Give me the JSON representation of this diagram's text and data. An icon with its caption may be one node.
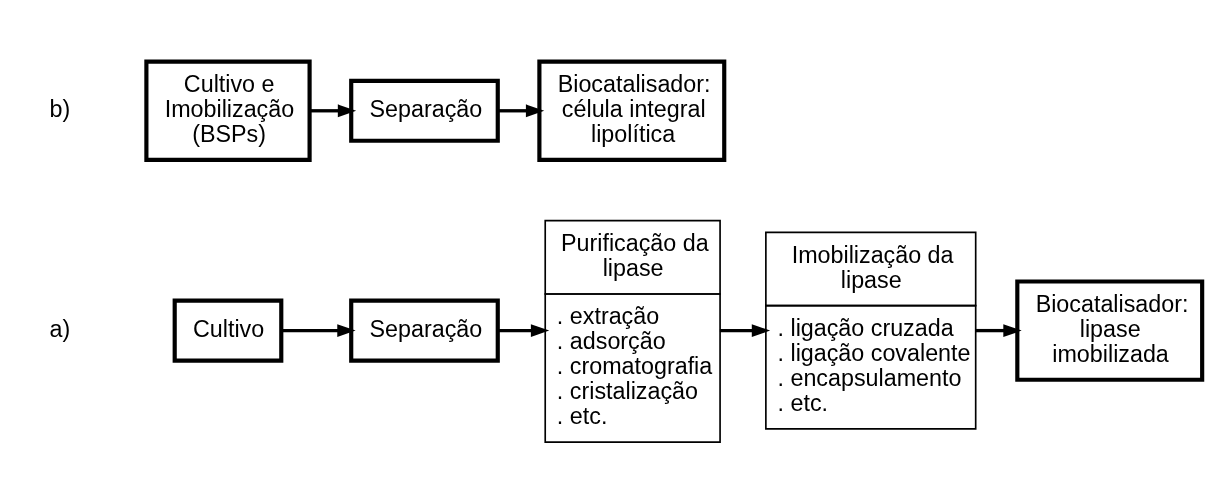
{
  "diagram": {
    "nodes": [
      {
        "text": [
          "Cultivo"
        ]
      },
      {
        "text": [
          "Separação"
        ]
      },
      {
        "text": [
          "Purificação da lipase",
          ". extração . adsorção . cromatografia . cristalização . etc."
        ]
      },
      {
        "text": [
          "Imobilização da lipase",
          ". ligação cruzada . ligação covalente . encapsulamento . etc."
        ]
      },
      {
        "text": [
          "Biocatalisador: lipase imobilizada"
        ]
      },
      {
        "text": [
          "Cultivo e Imobilização (BSPs)"
        ]
      },
      {
        "text": [
          "Separação"
        ]
      },
      {
        "text": [
          "Biocatalisador: célula integral lipolítica"
        ]
      }
    ],
    "edges": [
      {
        "from": 0,
        "to": 1,
        "arrow": "to"
      },
      {
        "from": 1,
        "to": 2,
        "arrow": "to"
      },
      {
        "from": 2,
        "to": 3,
        "arrow": "to"
      },
      {
        "from": 3,
        "to": 4,
        "arrow": "to"
      },
      {
        "from": 5,
        "to": 6,
        "arrow": "to"
      },
      {
        "from": 6,
        "to": 7,
        "arrow": "to"
      }
    ],
    "labels": [
      "a)",
      "b)"
    ]
  }
}
